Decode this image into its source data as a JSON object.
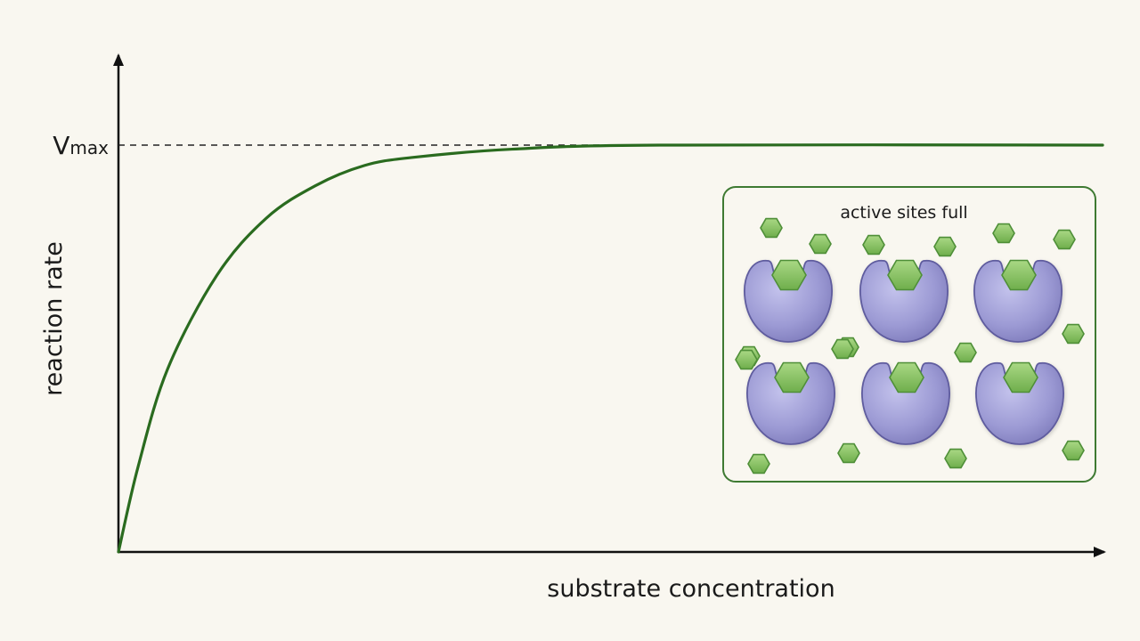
{
  "colors": {
    "background": "#f9f7f0",
    "curve": "#2a6b1f",
    "axis": "#111111",
    "enzyme": "#9c9ad4",
    "substrate": "#8cc46a",
    "inset_border": "#3e7a32"
  },
  "chart_data": {
    "type": "line",
    "title": "",
    "xlabel": "substrate concentration",
    "ylabel": "reaction rate",
    "x_ticks_labeled": false,
    "y_ticks_labeled": false,
    "grid": false,
    "reference_line": {
      "label_main": "V",
      "label_sub": "max",
      "value": 1,
      "style": "dashed"
    },
    "curve": {
      "shape": "saturation (Michaelis-Menten), rising from origin and leveling off at Vmax",
      "points": [
        {
          "x": 0.0,
          "y": 0.0
        },
        {
          "x": 0.02,
          "y": 0.21
        },
        {
          "x": 0.05,
          "y": 0.45
        },
        {
          "x": 0.1,
          "y": 0.68
        },
        {
          "x": 0.15,
          "y": 0.82
        },
        {
          "x": 0.2,
          "y": 0.9
        },
        {
          "x": 0.25,
          "y": 0.95
        },
        {
          "x": 0.3,
          "y": 0.97
        },
        {
          "x": 0.4,
          "y": 0.99
        },
        {
          "x": 0.55,
          "y": 1.0
        },
        {
          "x": 1.0,
          "y": 1.0
        }
      ]
    },
    "xlim": [
      0,
      1.0
    ],
    "ylim": [
      0,
      1.0
    ]
  },
  "inset": {
    "caption": "active sites full",
    "enzyme_count": 6,
    "bound_substrate_count": 6,
    "free_substrate_count": 16
  }
}
